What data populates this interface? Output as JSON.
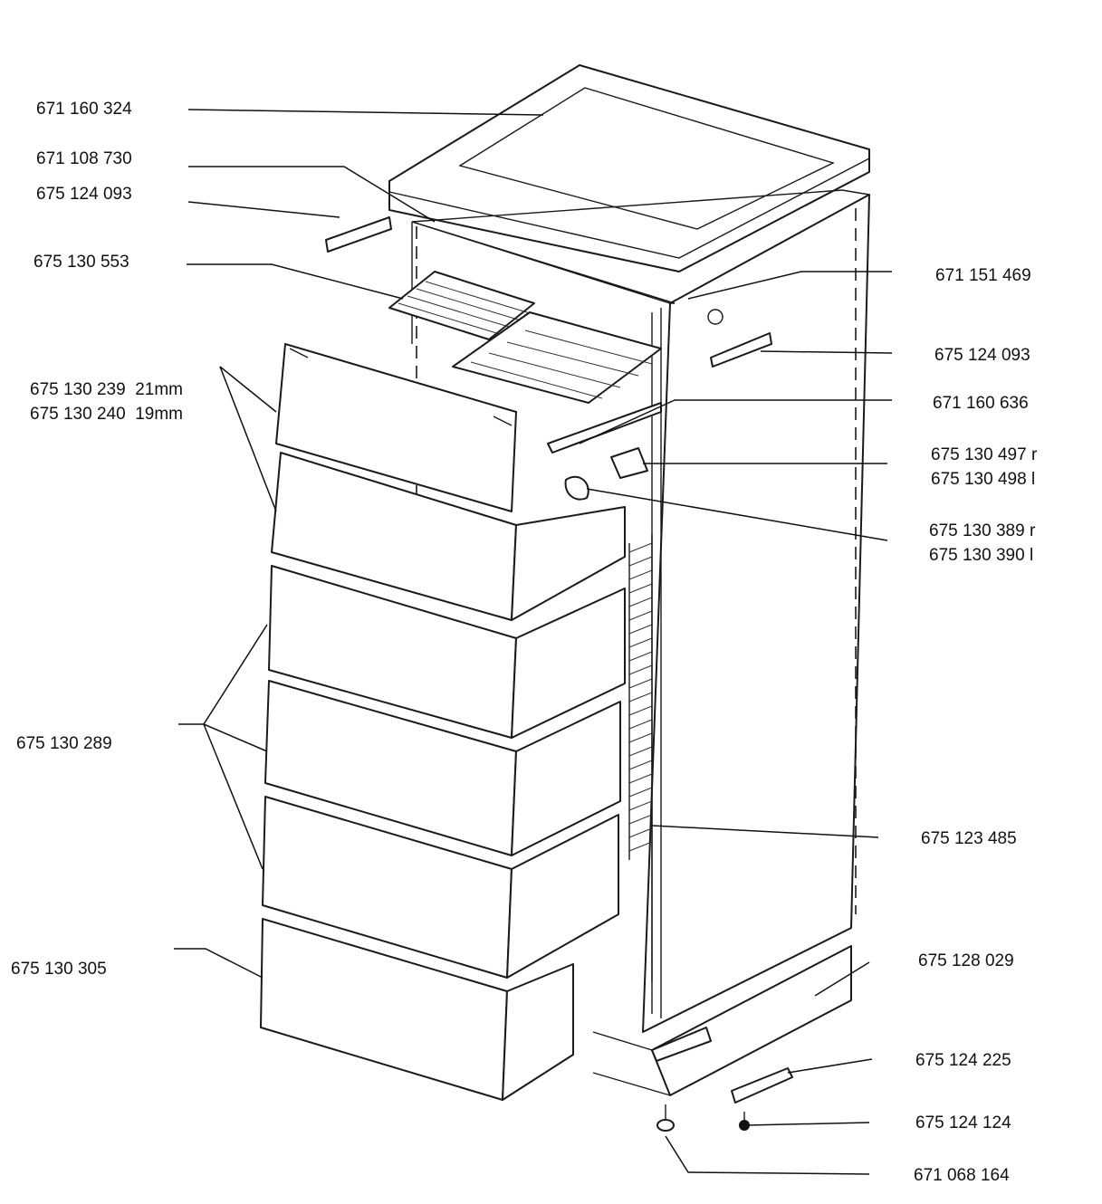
{
  "labels": {
    "top_cover": "671 160 324",
    "top_trim": "671 108 730",
    "hinge_top_left": "675 124 093",
    "ice_tray_shelf": "675 130 553",
    "flap_a": "675 130 239  21mm",
    "flap_b": "675 130 240  19mm",
    "drawer": "675 130 289",
    "bottom_drawer": "675 130 305",
    "knob": "671 151 469",
    "hinge_top_right": "675 124 093",
    "shelf_rail": "671 160 636",
    "bracket_r": "675 130 497 r",
    "bracket_l": "675 130 498 l",
    "clip_r": "675 130 389 r",
    "clip_l": "675 130 390 l",
    "evaporator": "675 123 485",
    "plinth": "675 128 029",
    "hinge_bottom": "675 124 225",
    "foot": "675 124 124",
    "screw_foot": "671 068 164"
  }
}
